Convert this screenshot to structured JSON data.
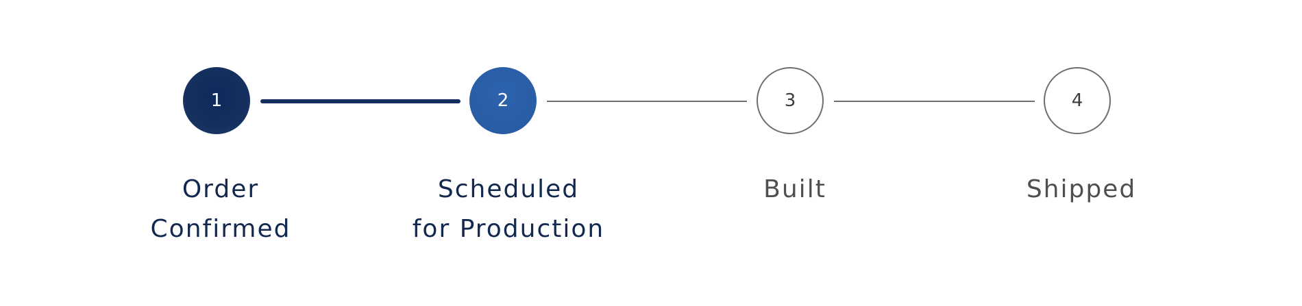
{
  "progress_tracker": {
    "steps": [
      {
        "number": "1",
        "label_line1": "Order",
        "label_line2": "Confirmed",
        "state": "completed"
      },
      {
        "number": "2",
        "label_line1": "Scheduled",
        "label_line2": "for Production",
        "state": "current"
      },
      {
        "number": "3",
        "label_line1": "Built",
        "label_line2": "",
        "state": "upcoming"
      },
      {
        "number": "4",
        "label_line1": "Shipped",
        "label_line2": "",
        "state": "upcoming"
      }
    ],
    "colors": {
      "completed": "#142f5d",
      "current": "#2a5ea6",
      "upcoming_border": "#6e6e6e",
      "label_active": "#13284f",
      "label_inactive": "#4f4f4f"
    }
  }
}
